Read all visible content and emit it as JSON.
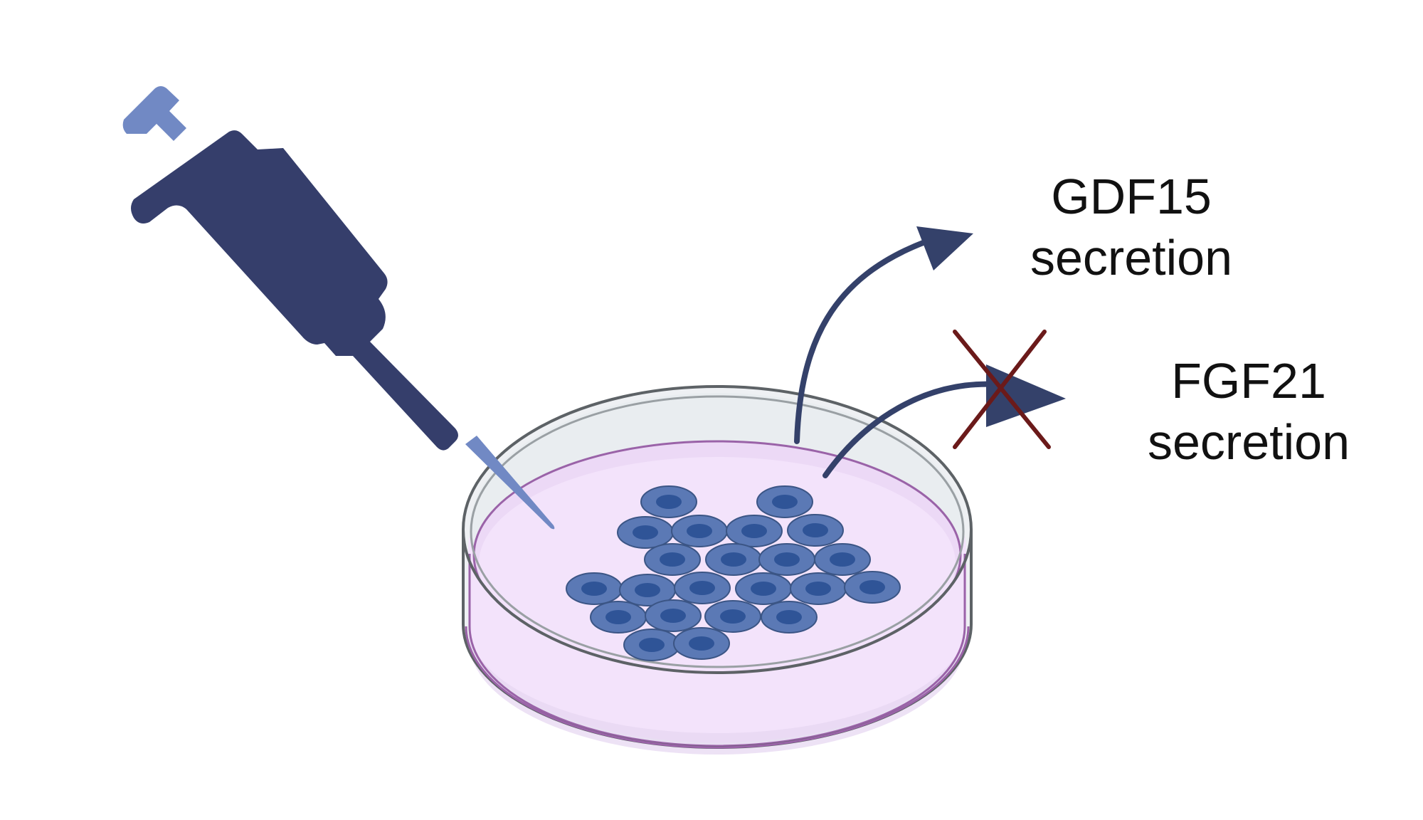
{
  "labels": {
    "gdf15": {
      "name": "GDF15",
      "action": "secretion"
    },
    "fgf21": {
      "name": "FGF21",
      "action": "secretion"
    }
  },
  "colors": {
    "pipette_body": "#353e6b",
    "pipette_accent": "#7189c4",
    "medium": "#f3e3fb",
    "medium_edge": "#9a63a8",
    "dish_rim": "#5d6266",
    "cell_body": "#5b79b5",
    "cell_nucleus": "#2f5497",
    "arrow": "#34416a",
    "blocked_mark": "#6b1a1a"
  },
  "icons": {
    "pipette": "pipette-icon",
    "dish": "petri-dish-icon",
    "cells": "cell-icon",
    "blocked": "cross-mark-icon"
  }
}
